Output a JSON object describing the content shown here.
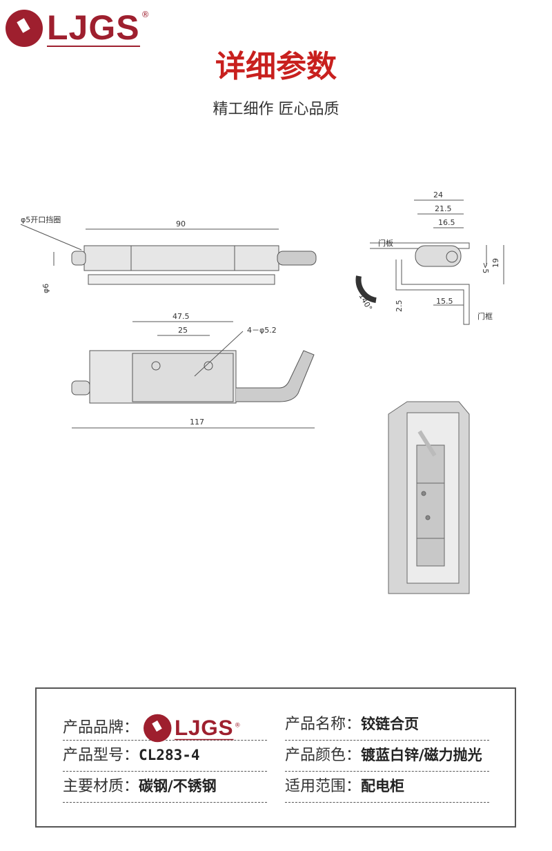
{
  "brand": {
    "name": "LJGS",
    "reg": "®",
    "color": "#9e1f2e"
  },
  "header": {
    "title": "详细参数",
    "subtitle": "精工细作 匠心品质"
  },
  "drawings": {
    "top_view": {
      "retainer": "φ5开口挡圈",
      "length": "90",
      "dia": "φ6"
    },
    "front_view": {
      "hole_span": "47.5",
      "hole_pitch": "25",
      "holes": "4－φ5.2",
      "total": "117"
    },
    "section_view": {
      "d1": "24",
      "d2": "21.5",
      "d3": "16.5",
      "door_panel": "门板",
      "gap": ">5",
      "height": "19",
      "angle": "140°",
      "thickness": "2.5",
      "offset": "15.5",
      "door_frame": "门框"
    }
  },
  "specs": {
    "brand_label": "产品品牌：",
    "name_label": "产品名称：",
    "name_value": "铰链合页",
    "model_label": "产品型号：",
    "model_value": "CL283-4",
    "color_label": "产品颜色：",
    "color_value": "镀蓝白锌/磁力抛光",
    "material_label": "主要材质：",
    "material_value": "碳钢/不锈钢",
    "scope_label": "适用范围：",
    "scope_value": "配电柜"
  }
}
